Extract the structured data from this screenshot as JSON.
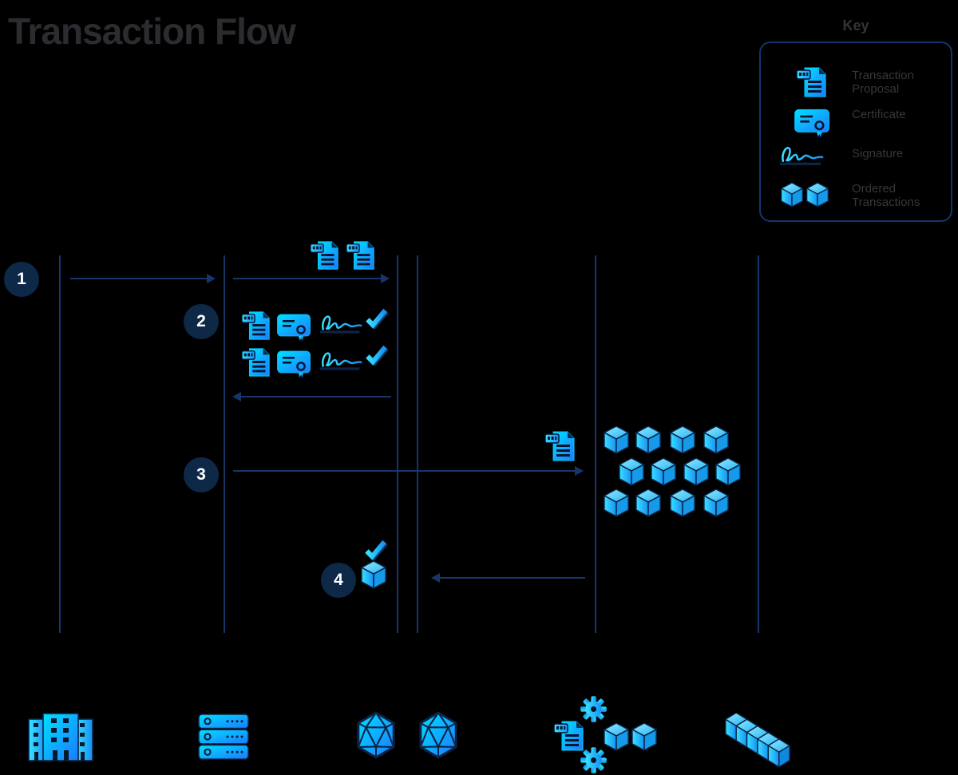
{
  "title": "Transaction Flow",
  "key": {
    "title": "Key",
    "items": [
      {
        "icon": "transaction-proposal-icon",
        "label": "Transaction\nProposal"
      },
      {
        "icon": "certificate-icon",
        "label": "Certificate"
      },
      {
        "icon": "signature-icon",
        "label": "Signature"
      },
      {
        "icon": "ordered-transactions-icon",
        "label": "Ordered\nTransactions"
      }
    ]
  },
  "steps": [
    "1",
    "2",
    "3",
    "4"
  ],
  "colors": {
    "background": "#000000",
    "icon_cyan": "#00dcff",
    "icon_blue": "#1b7bff",
    "line_navy": "#17356b",
    "badge_navy": "#0e2947",
    "title_gray": "#2b2c30",
    "key_text_gray": "#36373b"
  }
}
